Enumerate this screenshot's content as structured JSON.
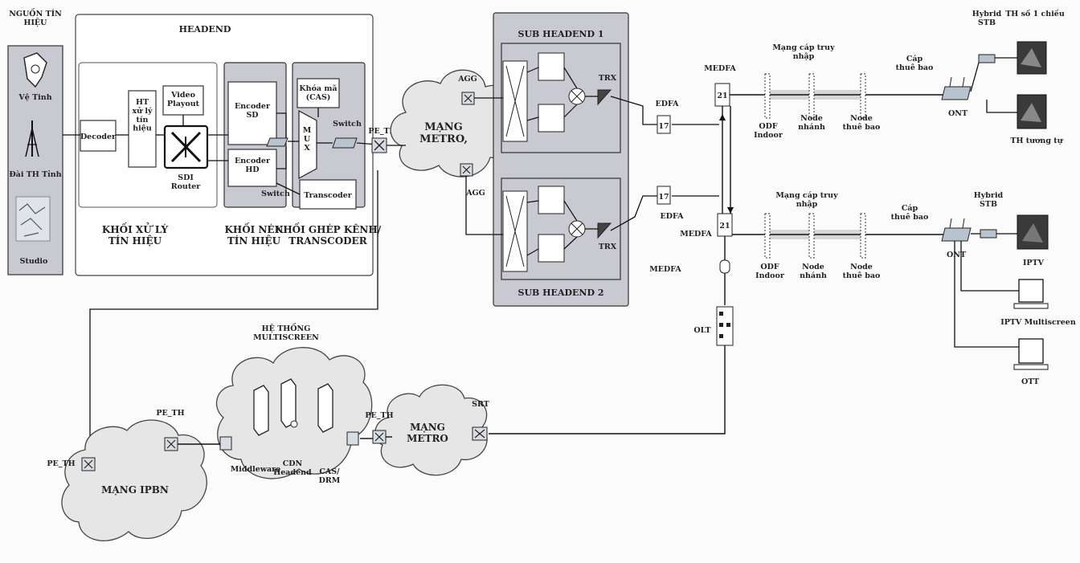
{
  "labels": {
    "source_title": "NGUỒN TÍN\nHIỆU",
    "satellite": "Vệ Tinh",
    "tower": "Đài TH Tỉnh",
    "studio": "Studio",
    "headend": "HEADEND",
    "decoder": "Decoder",
    "ht_xuly": "HT\nxử lý\ntín\nhiệu",
    "video_playout": "Video\nPlayout",
    "sdi_router": "SDI\nRouter",
    "encoder_sd": "Encoder\nSD",
    "encoder_hd": "Encoder\nHD",
    "khoa_ma": "Khóa mã\n(CAS)",
    "mux": "M\nU\nX",
    "switch1": "Switch",
    "switch2": "Switch",
    "transcoder": "Transcoder",
    "khoi_xuly": "KHỐI XỬ LÝ\nTÍN HIỆU",
    "khoi_nen": "KHỐI NÉN\nTÍN HIỆU",
    "khoi_ghep": "KHỐI GHÉP KÊNH/\nTRANSCODER",
    "pe_th_1": "PE_TH",
    "agg_top": "AGG",
    "agg_bottom": "AGG",
    "mang_metro_1": "MẠNG\nMETRO,",
    "sub_headend_1": "SUB HEADEND 1",
    "sub_headend_2": "SUB HEADEND 2",
    "trx_top": "TRX",
    "trx_bottom": "TRX",
    "edfa_top": "EDFA",
    "edfa_bottom": "EDFA",
    "medfa_top": "MEDFA",
    "medfa_mid": "MEDFA",
    "medfa_low": "MEDFA",
    "mang_cap_top": "Mạng cáp truy\nnhập",
    "mang_cap_bottom": "Mạng cáp truy\nnhập",
    "cap_thue_bao_top": "Cáp\nthuê bao",
    "cap_thue_bao_bottom": "Cáp\nthuê bao",
    "odf_top": "ODF\nIndoor",
    "odf_bottom": "ODF\nIndoor",
    "node_nhanh_top": "Node\nnhánh",
    "node_nhanh_bottom": "Node\nnhánh",
    "node_tb_top": "Node\nthuê bao",
    "node_tb_bottom": "Node\nthuê bao",
    "ont_top": "ONT",
    "ont_bottom": "ONT",
    "hybrid_stb_top": "Hybrid\nSTB",
    "hybrid_stb_bottom": "Hybrid\nSTB",
    "th_so": "TH số 1 chiều",
    "th_tuong_tu": "TH tương tự",
    "iptv": "IPTV",
    "iptv_multi": "IPTV Multiscreen",
    "ott": "OTT",
    "olt": "OLT",
    "he_thong": "HỆ THỐNG\nMULTISCREEN",
    "pe_th_2": "PE_TH",
    "pe_th_3": "PE_TH",
    "pe_th_4": "PE_TH",
    "mang_ipbn": "MẠNG IPBN",
    "middleware": "Middleware",
    "cdn": "CDN\nHeadend",
    "cas_drm": "CAS/\nDRM",
    "mang_metro_2": "MẠNG\nMETRO",
    "srt": "SRT"
  }
}
